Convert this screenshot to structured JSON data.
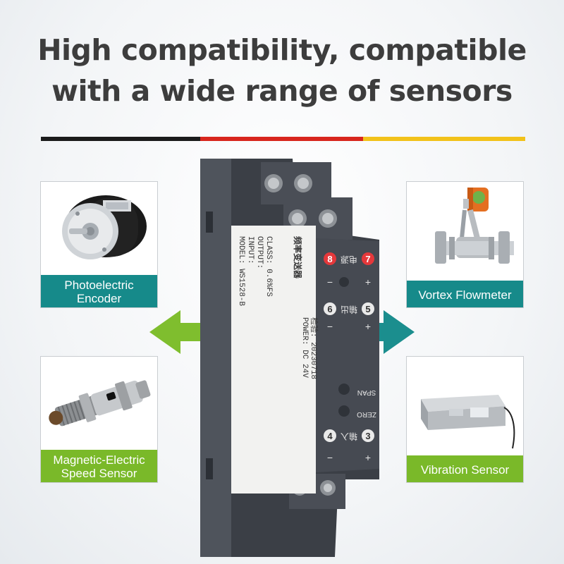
{
  "headline": {
    "line1": "High compatibility, compatible",
    "line2": "with a wide range of sensors"
  },
  "colors": {
    "headline": "#3d3d3d",
    "stripe": [
      "#1b1b1b",
      "#d8261d",
      "#f2c21a"
    ],
    "teal": "#168a8a",
    "green": "#7ab929",
    "device_body": "#4b4f57"
  },
  "sensors": {
    "photoelectric_encoder": {
      "line1": "Photoelectric",
      "line2": "Encoder"
    },
    "magnetic_speed": {
      "line1": "Magnetic-Electric",
      "line2": "Speed Sensor"
    },
    "vortex_flowmeter": {
      "label": "Vortex Flowmeter"
    },
    "vibration_sensor": {
      "label": "Vibration Sensor"
    }
  },
  "device": {
    "label": {
      "line1": "MODEL: WS1528-B",
      "line2": "INPUT:",
      "line3": "OUTPUT:",
      "line4": "CLASS: 0.6%FS",
      "line5": "频率变送器",
      "line6": "POWER: DC 24V",
      "line7": "检验: 20230718"
    },
    "terminals": {
      "t8": "8",
      "t7": "7",
      "t6": "6",
      "t5": "5",
      "t4": "4",
      "t3": "3",
      "power_text": "电源",
      "output_text": "输出",
      "input_text": "输入",
      "span": "SPAN",
      "zero": "ZERO",
      "minus": "−",
      "plus": "+"
    }
  }
}
